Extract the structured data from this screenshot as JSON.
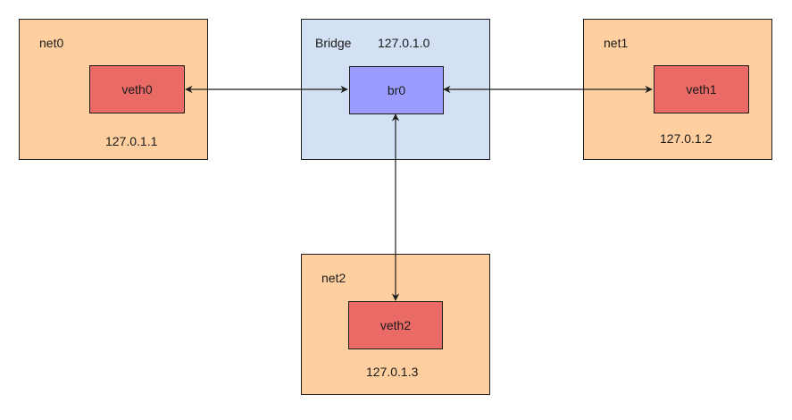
{
  "namespaces": {
    "net0": {
      "title": "net0",
      "iface": "veth0",
      "ip": "127.0.1.1"
    },
    "net1": {
      "title": "net1",
      "iface": "veth1",
      "ip": "127.0.1.2"
    },
    "net2": {
      "title": "net2",
      "iface": "veth2",
      "ip": "127.0.1.3"
    }
  },
  "bridge": {
    "title": "Bridge",
    "ip": "127.0.1.0",
    "iface": "br0"
  },
  "colors": {
    "namespace_fill": "#ffcf9f",
    "bridge_fill": "#d4e1f5",
    "veth_fill": "#ea6b66",
    "br0_fill": "#9c9cff",
    "stroke": "#1f1f1f"
  }
}
